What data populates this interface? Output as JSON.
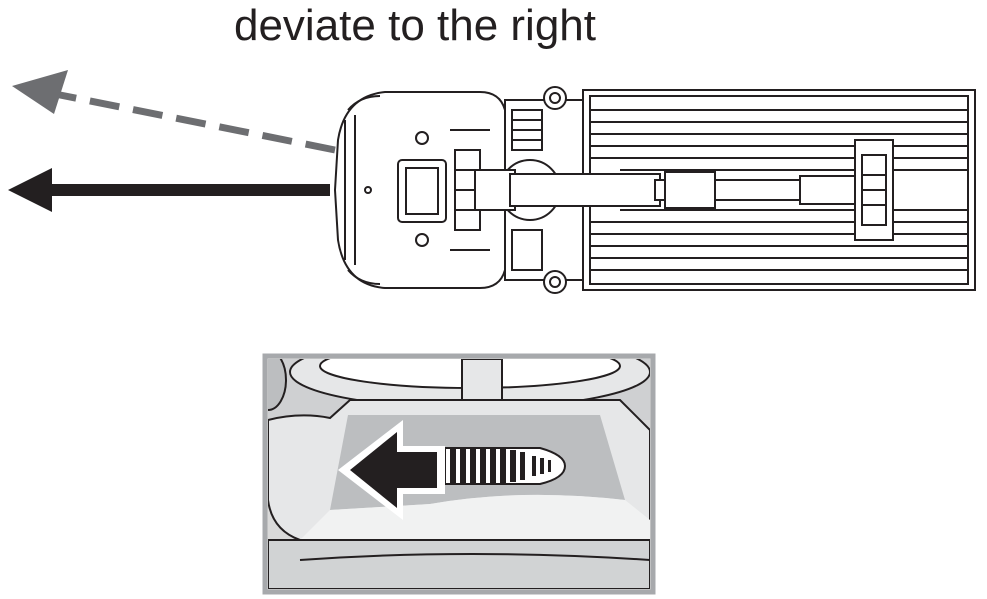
{
  "caption": "deviate to the right",
  "colors": {
    "solid_arrow": "#231f20",
    "dashed_arrow": "#6d6e71",
    "outline": "#231f20",
    "inset_frame": "#a7a9ac",
    "inset_background": "#d9d9d9"
  },
  "icons": {
    "intended_direction": "arrow-left-solid",
    "actual_direction": "arrow-left-dashed-deviating",
    "joystick_push": "arrow-left-outlined"
  }
}
